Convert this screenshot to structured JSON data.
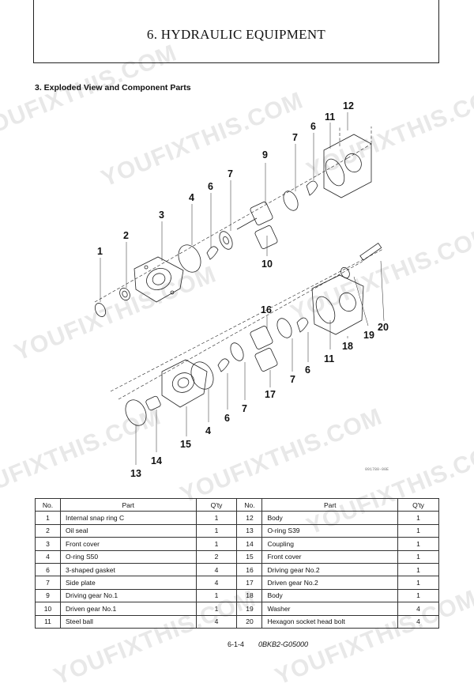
{
  "header": {
    "title": "6. HYDRAULIC EQUIPMENT"
  },
  "section": {
    "heading": "3.  Exploded View and Component Parts"
  },
  "diagram": {
    "figure_code": "091780-00E",
    "callouts": [
      "12",
      "11",
      "6",
      "7",
      "9",
      "7",
      "6",
      "4",
      "3",
      "2",
      "1",
      "10",
      "16",
      "18",
      "19",
      "20",
      "11",
      "6",
      "7",
      "17",
      "7",
      "6",
      "4",
      "15",
      "14",
      "13"
    ]
  },
  "table": {
    "headers": [
      "No.",
      "Part",
      "Q'ty",
      "No.",
      "Part",
      "Q'ty"
    ],
    "rows": [
      [
        "1",
        "Internal snap ring C",
        "1",
        "12",
        "Body",
        "1"
      ],
      [
        "2",
        "Oil seal",
        "1",
        "13",
        "O-ring S39",
        "1"
      ],
      [
        "3",
        "Front cover",
        "1",
        "14",
        "Coupling",
        "1"
      ],
      [
        "4",
        "O-ring S50",
        "2",
        "15",
        "Front cover",
        "1"
      ],
      [
        "6",
        "3-shaped gasket",
        "4",
        "16",
        "Driving gear No.2",
        "1"
      ],
      [
        "7",
        "Side plate",
        "4",
        "17",
        "Driven gear No.2",
        "1"
      ],
      [
        "9",
        "Driving gear No.1",
        "1",
        "18",
        "Body",
        "1"
      ],
      [
        "10",
        "Driven gear No.1",
        "1",
        "19",
        "Washer",
        "4"
      ],
      [
        "11",
        "Steel ball",
        "4",
        "20",
        "Hexagon socket head bolt",
        "4"
      ]
    ]
  },
  "footer": {
    "page": "6-1-4",
    "code": "0BKB2-G05000"
  },
  "watermark": {
    "text": "YOUFIXTHIS.COM"
  }
}
